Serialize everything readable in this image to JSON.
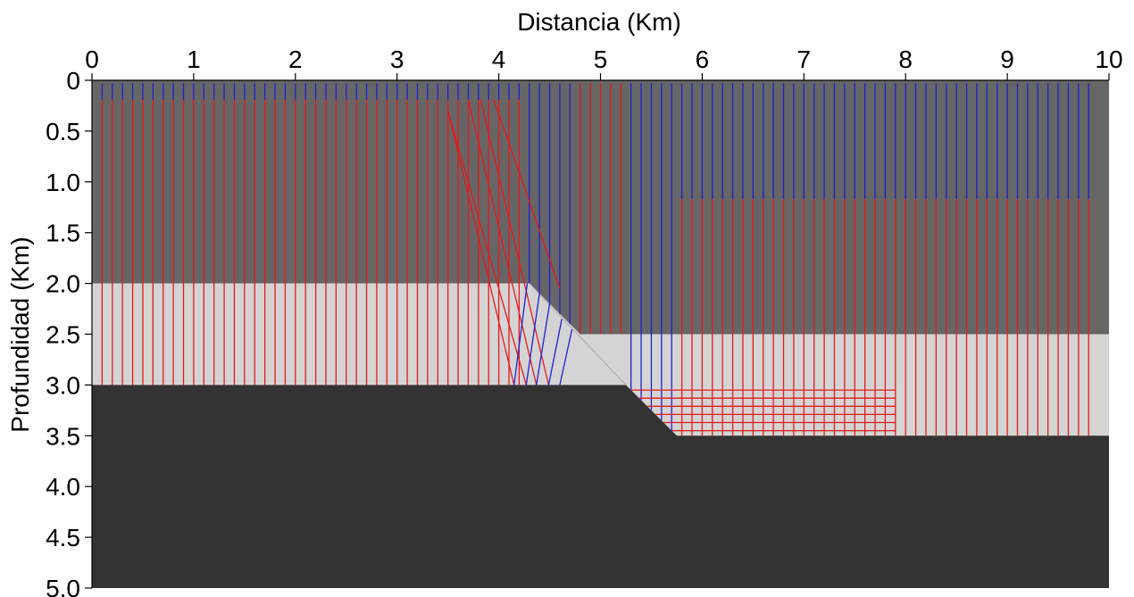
{
  "chart_data": {
    "type": "diagram",
    "title": "",
    "xlabel": "Distancia (Km)",
    "ylabel": "Profundidad (Km)",
    "xlim": [
      0,
      10
    ],
    "ylim": [
      0,
      5
    ],
    "x_ticks": [
      0,
      1,
      2,
      3,
      4,
      5,
      6,
      7,
      8,
      9,
      10
    ],
    "y_ticks": [
      "0",
      "0.5",
      "1.0",
      "1.5",
      "2.0",
      "2.5",
      "3.0",
      "3.5",
      "4.0",
      "4.5",
      "5.0"
    ],
    "y_tick_values": [
      0,
      0.5,
      1.0,
      1.5,
      2.0,
      2.5,
      3.0,
      3.5,
      4.0,
      4.5,
      5.0
    ],
    "x_axis_position": "top",
    "grid": false,
    "layers": [
      {
        "id": "layer-1",
        "color": "#666666",
        "polygon": [
          [
            0,
            0
          ],
          [
            10,
            0
          ],
          [
            10,
            2.5
          ],
          [
            4.8,
            2.5
          ],
          [
            4.3,
            2.0
          ],
          [
            0,
            2.0
          ]
        ]
      },
      {
        "id": "layer-2",
        "color": "#d4d4d4",
        "polygon": [
          [
            0,
            2.0
          ],
          [
            4.3,
            2.0
          ],
          [
            4.8,
            2.5
          ],
          [
            10,
            2.5
          ],
          [
            10,
            3.5
          ],
          [
            5.75,
            3.5
          ],
          [
            5.25,
            3.0
          ],
          [
            0,
            3.0
          ]
        ]
      },
      {
        "id": "layer-3",
        "color": "#333333",
        "polygon": [
          [
            0,
            3.0
          ],
          [
            5.25,
            3.0
          ],
          [
            5.75,
            3.5
          ],
          [
            10,
            3.5
          ],
          [
            10,
            5
          ],
          [
            0,
            5
          ]
        ]
      }
    ],
    "fault_line": [
      [
        4.3,
        2.0
      ],
      [
        5.25,
        3.0
      ]
    ],
    "colors": {
      "red": "#e41a1c",
      "blue": "#1f1fd1"
    },
    "ray_spacing": 0.1,
    "blue_short_rays": {
      "x_start": 0.1,
      "x_end": 4.2,
      "y_top": 0.03,
      "y_bottom": 0.19
    },
    "red_left_rays": {
      "x_start": 0.1,
      "x_end": 4.2,
      "y_top": 0.19,
      "y_bottom": 3.0
    },
    "blue_mid_rays": {
      "x_start": 4.3,
      "x_end": 4.8,
      "y_top": 0.03
    },
    "red_mid_rays": {
      "x_start": 4.8,
      "x_end": 5.2,
      "y_top": 0.03
    },
    "blue_deep_rays": {
      "x_start": 5.3,
      "x_end": 5.7,
      "y_top": 0.03
    },
    "blue_right_rays": {
      "x_start": 5.8,
      "x_end": 9.8,
      "y_top": 0.03,
      "y_bottom": 1.17
    },
    "red_right_rays": {
      "x_start": 5.8,
      "x_end": 9.8,
      "y_top": 1.17,
      "y_bottom": 3.5
    },
    "horizontal_red_lines": {
      "x_start": 5.3,
      "x_end": 7.9,
      "y_values": [
        3.05,
        3.13,
        3.21,
        3.29,
        3.37,
        3.45
      ]
    },
    "inclined_red_rays": [
      [
        [
          3.5,
          0.3
        ],
        [
          4.15,
          3.0
        ]
      ],
      [
        [
          3.5,
          0.3
        ],
        [
          4.27,
          3.0
        ]
      ],
      [
        [
          3.7,
          0.19
        ],
        [
          4.37,
          3.0
        ]
      ],
      [
        [
          3.82,
          0.19
        ],
        [
          4.49,
          3.0
        ]
      ],
      [
        [
          3.95,
          0.19
        ],
        [
          4.6,
          2.05
        ]
      ]
    ],
    "inclined_blue_rays": [
      [
        [
          4.15,
          3.0
        ],
        [
          4.28,
          2.0
        ]
      ],
      [
        [
          4.27,
          3.0
        ],
        [
          4.4,
          2.1
        ]
      ],
      [
        [
          4.37,
          3.0
        ],
        [
          4.5,
          2.2
        ]
      ],
      [
        [
          4.49,
          3.0
        ],
        [
          4.62,
          2.35
        ]
      ],
      [
        [
          4.6,
          3.0
        ],
        [
          4.72,
          2.45
        ]
      ]
    ]
  }
}
